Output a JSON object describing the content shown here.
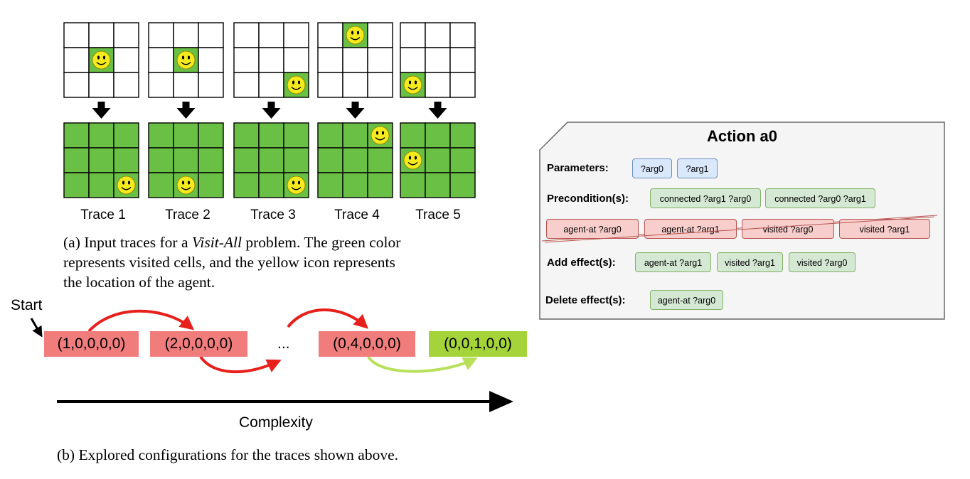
{
  "figure_a": {
    "traces": [
      {
        "label": "Trace 1",
        "before": {
          "visited": [
            [
              1,
              1
            ]
          ],
          "agent": [
            1,
            1
          ]
        },
        "after": {
          "visited": "all",
          "agent": [
            2,
            2
          ]
        }
      },
      {
        "label": "Trace 2",
        "before": {
          "visited": [
            [
              1,
              1
            ]
          ],
          "agent": [
            1,
            1
          ]
        },
        "after": {
          "visited": "all",
          "agent": [
            2,
            1
          ]
        }
      },
      {
        "label": "Trace 3",
        "before": {
          "visited": [
            [
              2,
              2
            ]
          ],
          "agent": [
            2,
            2
          ]
        },
        "after": {
          "visited": "all",
          "agent": [
            2,
            2
          ]
        }
      },
      {
        "label": "Trace 4",
        "before": {
          "visited": [
            [
              0,
              1
            ]
          ],
          "agent": [
            0,
            1
          ]
        },
        "after": {
          "visited": "all",
          "agent": [
            0,
            2
          ]
        }
      },
      {
        "label": "Trace 5",
        "before": {
          "visited": [
            [
              2,
              0
            ]
          ],
          "agent": [
            2,
            0
          ]
        },
        "after": {
          "visited": "all",
          "agent": [
            1,
            0
          ]
        }
      }
    ],
    "caption_pre": "(a) Input traces for a ",
    "caption_italic": "Visit-All",
    "caption_post": " problem.  The green color",
    "caption_line2": "represents visited cells, and the yellow icon represents",
    "caption_line3": "the location of the agent.",
    "colors": {
      "visited": "#6abf45",
      "agent": "#f5ea1d",
      "grid_line": "#000000"
    }
  },
  "figure_b": {
    "start_label": "Start",
    "configs": [
      "(1,0,0,0,0)",
      "(2,0,0,0,0)",
      "(0,4,0,0,0)",
      "(0,0,1,0,0)"
    ],
    "ellipsis": "...",
    "axis_label": "Complexity",
    "caption": "(b) Explored configurations for the traces shown above.",
    "colors": {
      "red_box": "#f07c7c",
      "green_box": "#a4d43a",
      "red_arrow": "#e8201c",
      "green_arrow": "#b8e05a"
    }
  },
  "action": {
    "title": "Action a0",
    "parameters_label": "Parameters:",
    "parameters": [
      "?arg0",
      "?arg1"
    ],
    "preconditions_label": "Precondition(s):",
    "preconditions_kept": [
      "connected ?arg1 ?arg0",
      "connected ?arg0 ?arg1"
    ],
    "preconditions_removed": [
      "agent-at ?arg0",
      "agent-at ?arg1",
      "visited ?arg0",
      "visited ?arg1"
    ],
    "add_label": "Add effect(s):",
    "add_effects": [
      "agent-at ?arg1",
      "visited ?arg1",
      "visited ?arg0"
    ],
    "delete_label": "Delete effect(s):",
    "delete_effects": [
      "agent-at ?arg0"
    ]
  }
}
